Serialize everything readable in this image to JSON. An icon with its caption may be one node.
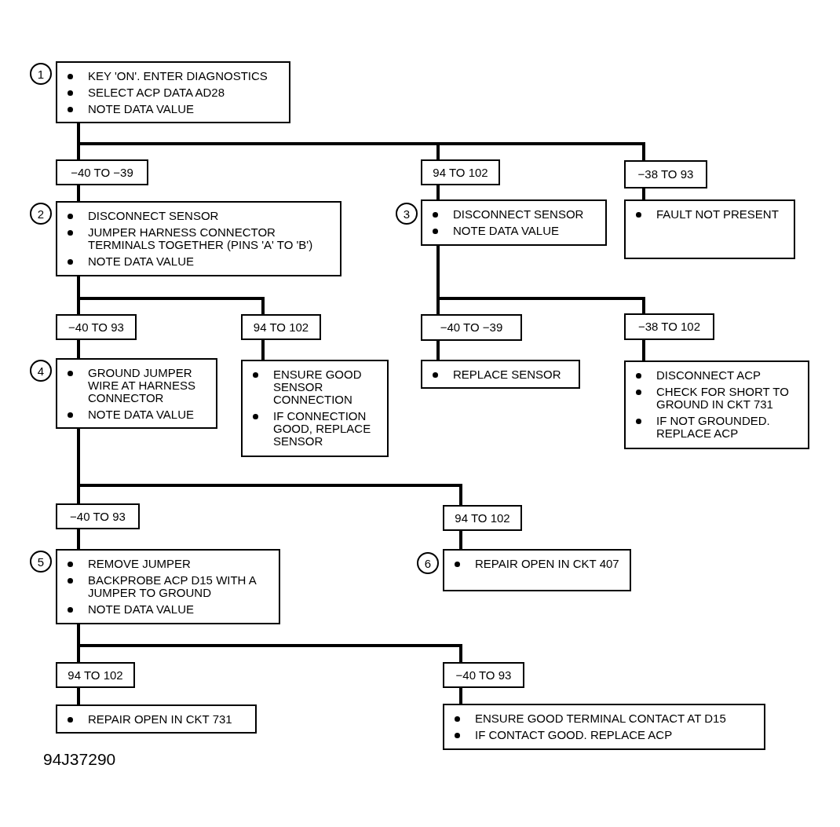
{
  "diagram": {
    "nodes": [
      {
        "text": [
          "KEY 'ON'. ENTER DIAGNOSTICS",
          "SELECT ACP DATA AD28",
          "NOTE DATA VALUE"
        ],
        "beside": [
          "1"
        ]
      },
      {
        "text": [
          "−40 TO −39"
        ]
      },
      {
        "text": [
          "94 TO 102"
        ]
      },
      {
        "text": [
          "−38 TO 93"
        ]
      },
      {
        "text": [
          "DISCONNECT SENSOR",
          "JUMPER HARNESS CONNECTOR TERMINALS TOGETHER (PINS 'A' TO 'B')",
          "NOTE DATA VALUE"
        ],
        "beside": [
          "2"
        ]
      },
      {
        "text": [
          "DISCONNECT SENSOR",
          "NOTE DATA VALUE"
        ],
        "beside": [
          "3"
        ]
      },
      {
        "text": [
          "FAULT NOT PRESENT"
        ]
      },
      {
        "text": [
          "−40 TO 93"
        ]
      },
      {
        "text": [
          "94 TO 102"
        ]
      },
      {
        "text": [
          "−40 TO −39"
        ]
      },
      {
        "text": [
          "−38 TO 102"
        ]
      },
      {
        "text": [
          "GROUND JUMPER WIRE AT HARNESS CONNECTOR",
          "NOTE DATA VALUE"
        ],
        "beside": [
          "4"
        ]
      },
      {
        "text": [
          "ENSURE GOOD SENSOR CONNECTION",
          "IF CONNECTION GOOD, REPLACE SENSOR"
        ]
      },
      {
        "text": [
          "REPLACE SENSOR"
        ]
      },
      {
        "text": [
          "DISCONNECT ACP",
          "CHECK FOR SHORT TO GROUND IN CKT 731",
          "IF NOT GROUNDED. REPLACE ACP"
        ]
      },
      {
        "text": [
          "−40 TO 93"
        ]
      },
      {
        "text": [
          "94 TO 102"
        ]
      },
      {
        "text": [
          "REMOVE JUMPER",
          "BACKPROBE ACP D15 WITH A JUMPER TO GROUND",
          "NOTE DATA VALUE"
        ],
        "beside": [
          "5"
        ]
      },
      {
        "text": [
          "REPAIR OPEN IN CKT 407"
        ],
        "beside": [
          "6"
        ]
      },
      {
        "text": [
          "94 TO 102"
        ]
      },
      {
        "text": [
          "−40 TO 93"
        ]
      },
      {
        "text": [
          "REPAIR OPEN IN CKT 731"
        ]
      },
      {
        "text": [
          "ENSURE GOOD TERMINAL CONTACT AT D15",
          "IF CONTACT GOOD. REPLACE ACP"
        ]
      }
    ],
    "edges": [
      {
        "from": 0,
        "to": 1,
        "arrow": "none"
      },
      {
        "from": 0,
        "to": 2,
        "arrow": "none"
      },
      {
        "from": 0,
        "to": 3,
        "arrow": "none"
      },
      {
        "from": 1,
        "to": 4,
        "arrow": "none"
      },
      {
        "from": 2,
        "to": 5,
        "arrow": "none"
      },
      {
        "from": 3,
        "to": 6,
        "arrow": "none"
      },
      {
        "from": 4,
        "to": 7,
        "arrow": "none"
      },
      {
        "from": 4,
        "to": 8,
        "arrow": "none"
      },
      {
        "from": 5,
        "to": 9,
        "arrow": "none"
      },
      {
        "from": 5,
        "to": 10,
        "arrow": "none"
      },
      {
        "from": 7,
        "to": 11,
        "arrow": "none"
      },
      {
        "from": 8,
        "to": 12,
        "arrow": "none"
      },
      {
        "from": 9,
        "to": 13,
        "arrow": "none"
      },
      {
        "from": 10,
        "to": 14,
        "arrow": "none"
      },
      {
        "from": 11,
        "to": 15,
        "arrow": "none"
      },
      {
        "from": 11,
        "to": 16,
        "arrow": "none"
      },
      {
        "from": 15,
        "to": 17,
        "arrow": "none"
      },
      {
        "from": 16,
        "to": 18,
        "arrow": "none"
      },
      {
        "from": 17,
        "to": 19,
        "arrow": "none"
      },
      {
        "from": 17,
        "to": 20,
        "arrow": "none"
      },
      {
        "from": 19,
        "to": 21,
        "arrow": "none"
      },
      {
        "from": 20,
        "to": 22,
        "arrow": "none"
      }
    ],
    "labels": [
      "94J37290"
    ]
  }
}
